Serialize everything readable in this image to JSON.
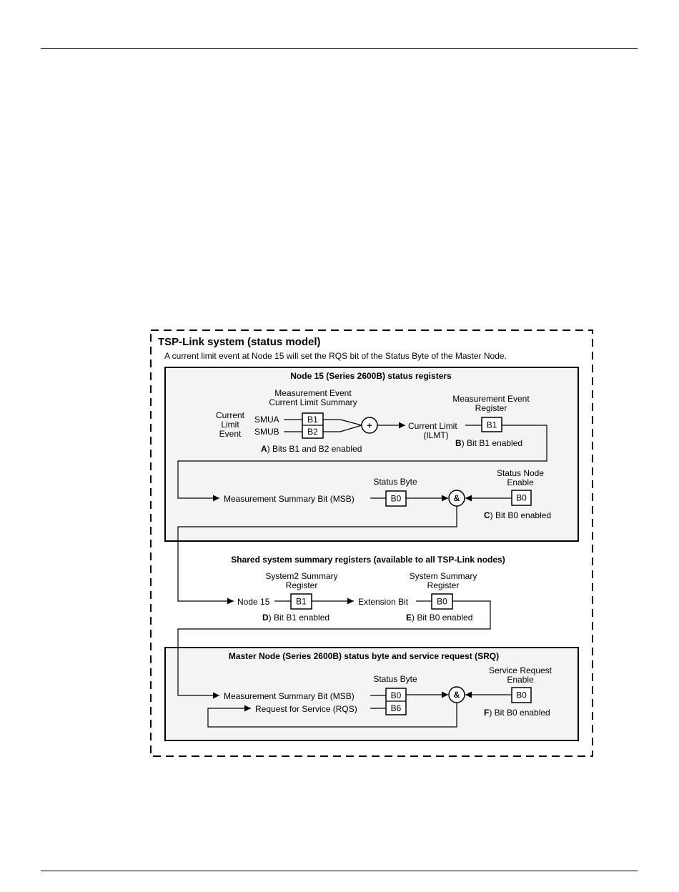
{
  "title": "TSP-Link system (status model)",
  "subtitle": "A current limit event at Node 15 will set the RQS bit of the Status Byte of the Master Node.",
  "node15": {
    "heading": "Node 15 (Series 2600B) status registers",
    "mecls_label_1": "Measurement Event",
    "mecls_label_2": "Current Limit Summary",
    "cle_1": "Current",
    "cle_2": "Limit",
    "cle_3": "Event",
    "smua": "SMUA",
    "smub": "SMUB",
    "b1": "B1",
    "b2": "B2",
    "or_symbol": "+",
    "current_limit": "Current Limit",
    "ilmt": "(ILMT)",
    "note_a_letter": "A",
    "note_a_text": ") Bits B1 and B2 enabled",
    "mer_label_1": "Measurement Event",
    "mer_label_2": "Register",
    "mer_bit": "B1",
    "note_b_letter": "B",
    "note_b_text": ") Bit B1 enabled",
    "msb_label": "Measurement Summary Bit (MSB)",
    "status_byte_label": "Status Byte",
    "sb_bit": "B0",
    "and_symbol": "&",
    "sne_label_1": "Status Node",
    "sne_label_2": "Enable",
    "sne_bit": "B0",
    "note_c_letter": "C",
    "note_c_text": ") Bit B0 enabled"
  },
  "shared": {
    "heading": "Shared system summary registers (available to all TSP-Link nodes)",
    "s2_label_1": "System2 Summary",
    "s2_label_2": "Register",
    "node15": "Node 15",
    "s2_bit": "B1",
    "note_d_letter": "D",
    "note_d_text": ") Bit B1 enabled",
    "extension_bit": "Extension Bit",
    "ss_label_1": "System Summary",
    "ss_label_2": "Register",
    "ss_bit": "B0",
    "note_e_letter": "E",
    "note_e_text": ") Bit B0 enabled"
  },
  "master": {
    "heading": "Master Node (Series 2600B) status byte and service request (SRQ)",
    "status_byte_label": "Status Byte",
    "msb_label": "Measurement Summary Bit (MSB)",
    "rqs_label": "Request for Service (RQS)",
    "b0": "B0",
    "b6": "B6",
    "and_symbol": "&",
    "sre_label_1": "Service Request",
    "sre_label_2": "Enable",
    "sre_bit": "B0",
    "note_f_letter": "F",
    "note_f_text": ") Bit B0 enabled"
  }
}
